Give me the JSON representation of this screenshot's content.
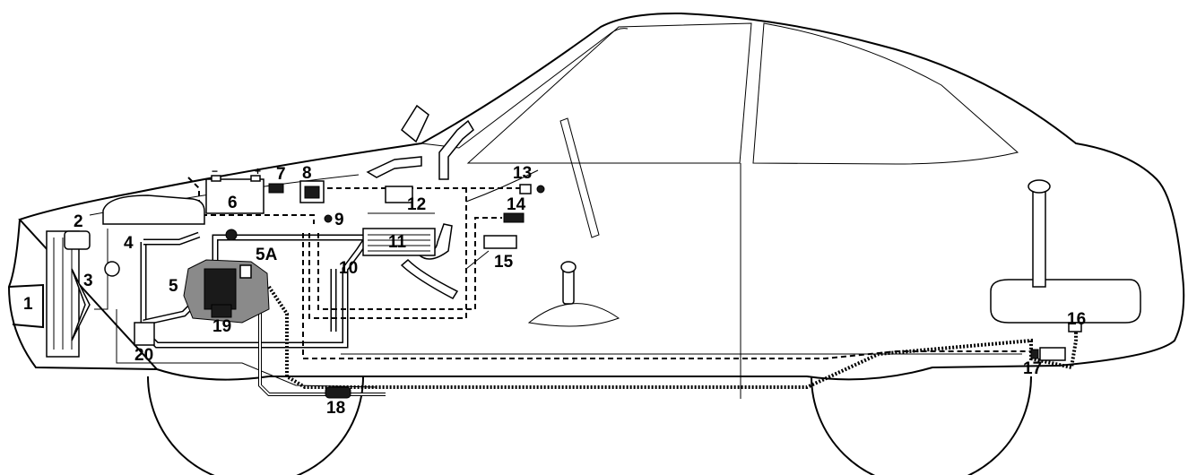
{
  "diagram": {
    "callouts": [
      {
        "id": "c1",
        "label": "1"
      },
      {
        "id": "c2",
        "label": "2"
      },
      {
        "id": "c3",
        "label": "3"
      },
      {
        "id": "c4",
        "label": "4"
      },
      {
        "id": "c5",
        "label": "5"
      },
      {
        "id": "c5a",
        "label": "5A"
      },
      {
        "id": "c6",
        "label": "6"
      },
      {
        "id": "c7",
        "label": "7"
      },
      {
        "id": "c8",
        "label": "8"
      },
      {
        "id": "c9",
        "label": "9"
      },
      {
        "id": "c10",
        "label": "10"
      },
      {
        "id": "c11",
        "label": "11"
      },
      {
        "id": "c12",
        "label": "12"
      },
      {
        "id": "c13",
        "label": "13"
      },
      {
        "id": "c14",
        "label": "14"
      },
      {
        "id": "c15",
        "label": "15"
      },
      {
        "id": "c16",
        "label": "16"
      },
      {
        "id": "c17",
        "label": "17"
      },
      {
        "id": "c18",
        "label": "18"
      },
      {
        "id": "c19",
        "label": "19"
      },
      {
        "id": "c20",
        "label": "20"
      }
    ],
    "battery_terminals": {
      "negative": "−",
      "positive": "+"
    }
  }
}
